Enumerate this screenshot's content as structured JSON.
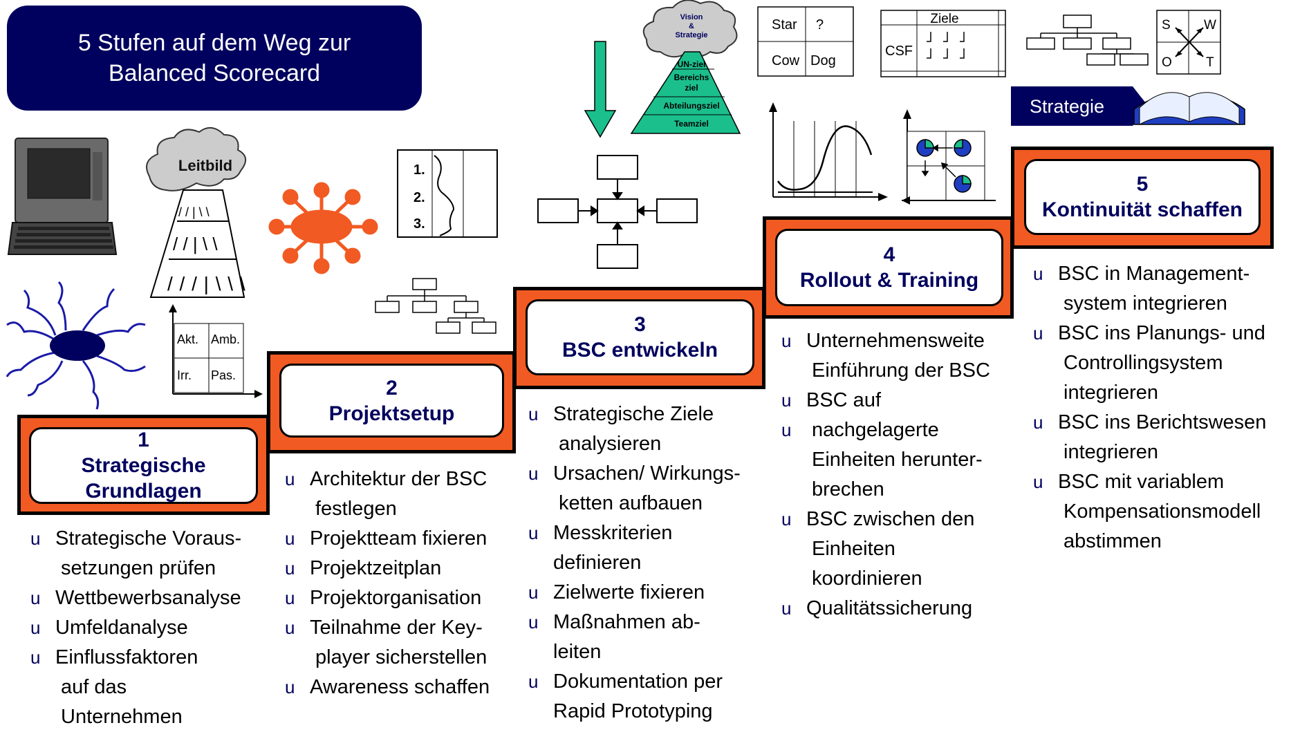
{
  "title": {
    "line1": "5 Stufen auf dem Weg zur",
    "line2": "Balanced Scorecard"
  },
  "stages": [
    {
      "number": "1",
      "line1": "Strategische",
      "line2": "Grundlagen"
    },
    {
      "number": "2",
      "line1": "Projektsetup",
      "line2": ""
    },
    {
      "number": "3",
      "line1": "BSC entwickeln",
      "line2": ""
    },
    {
      "number": "4",
      "line1": "Rollout & Training",
      "line2": ""
    },
    {
      "number": "5",
      "line1": "Kontinuität schaffen",
      "line2": ""
    }
  ],
  "bullets": {
    "stage1": [
      [
        "Strategische Voraus-",
        "setzungen prüfen"
      ],
      [
        "Wettbewerbsanalyse"
      ],
      [
        "Umfeldanalyse"
      ],
      [
        "Einflussfaktoren",
        "auf das",
        "Unternehmen"
      ]
    ],
    "stage2": [
      [
        "Architektur der BSC",
        "festlegen"
      ],
      [
        "Projektteam fixieren"
      ],
      [
        "Projektzeitplan"
      ],
      [
        "Projektorganisation"
      ],
      [
        "Teilnahme der Key-",
        "player sicherstellen"
      ],
      [
        "Awareness schaffen"
      ]
    ],
    "stage3": [
      [
        "Strategische Ziele",
        "analysieren"
      ],
      [
        "Ursachen/ Wirkungs-",
        "ketten aufbauen"
      ],
      [
        "Messkriterien",
        "definieren"
      ],
      [
        "Zielwerte fixieren"
      ],
      [
        "Maßnahmen ab-",
        "leiten"
      ],
      [
        "Dokumentation per",
        "Rapid Prototyping"
      ]
    ],
    "stage4": [
      [
        "Unternehmensweite",
        "Einführung der BSC"
      ],
      [
        "BSC auf"
      ],
      [
        "nachgelagerte",
        "Einheiten herunter-",
        "brechen"
      ],
      [
        "BSC zwischen den",
        "Einheiten",
        "koordinieren"
      ],
      [
        "Qualitätssicherung"
      ]
    ],
    "stage5": [
      [
        "BSC in Management-",
        "system integrieren"
      ],
      [
        "BSC ins Planungs- und",
        "Controllingsystem",
        "integrieren"
      ],
      [
        "BSC ins Berichtswesen",
        "integrieren"
      ],
      [
        "BSC mit variablem",
        "Kompensationsmodell",
        "abstimmen"
      ]
    ]
  },
  "illustrations": {
    "leitbild": "Leitbild",
    "matrix_cells": [
      "Akt.",
      "Amb.",
      "Irr.",
      "Pas."
    ],
    "list_items": [
      "1.",
      "2.",
      "3."
    ],
    "cloud_text": [
      "Vision",
      "&",
      "Strategie"
    ],
    "pyramid_levels": [
      "UN-ziel",
      "Bereichs",
      "ziel",
      "Abteilungsziel",
      "Teamziel"
    ],
    "portfolio": [
      "Star",
      "?",
      "Cow",
      "Dog"
    ],
    "csf_header": "Ziele",
    "csf_label": "CSF",
    "swot": [
      "S",
      "W",
      "O",
      "T"
    ],
    "strategie_label": "Strategie"
  },
  "colors": {
    "navy": "#00005e",
    "orange": "#f15a22",
    "green": "#1bbf8c",
    "blue": "#1f3fc2"
  }
}
